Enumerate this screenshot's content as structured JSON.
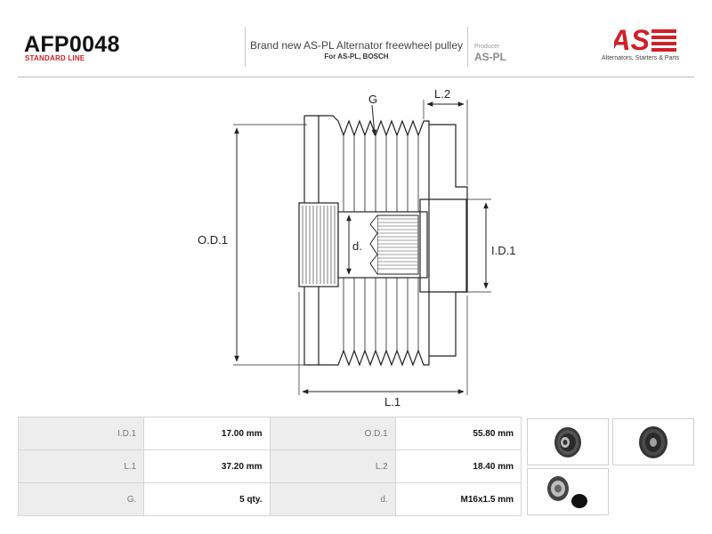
{
  "header": {
    "part_code": "AFP0048",
    "line": "STANDARD LINE",
    "description": "Brand new AS-PL Alternator freewheel pulley",
    "fits": "For AS-PL, BOSCH",
    "producer_label": "Producer",
    "producer": "AS-PL",
    "logo_text": "AS",
    "logo_tagline": "Alternators, Starters & Parts"
  },
  "drawing": {
    "labels": {
      "g": "G",
      "l2": "L.2",
      "od1": "O.D.1",
      "id1": "I.D.1",
      "d": "d.",
      "l1": "L.1"
    }
  },
  "specs": [
    {
      "label_a": "I.D.1",
      "value_a": "17.00 mm",
      "label_b": "O.D.1",
      "value_b": "55.80 mm"
    },
    {
      "label_a": "L.1",
      "value_a": "37.20 mm",
      "label_b": "L.2",
      "value_b": "18.40 mm"
    },
    {
      "label_a": "G.",
      "value_a": "5 qty.",
      "label_b": "d.",
      "value_b": "M16x1.5 mm"
    }
  ],
  "colors": {
    "brand_red": "#d0202a",
    "table_label_bg": "#ededed"
  },
  "photos": [
    "pulley-front-photo",
    "pulley-side-photo",
    "pulley-with-cap-photo"
  ]
}
